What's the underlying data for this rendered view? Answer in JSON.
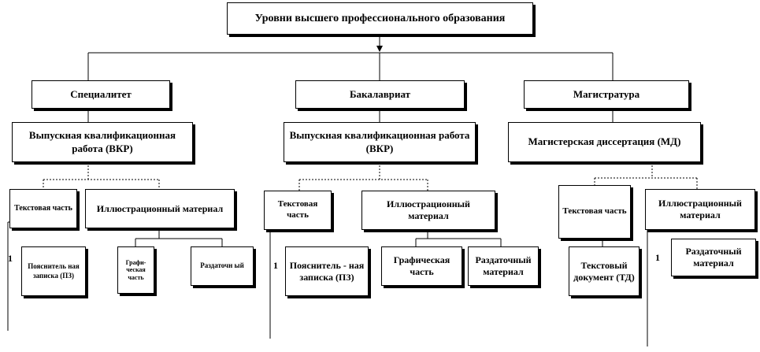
{
  "root": "Уровни высшего профессионального образования",
  "levels": [
    {
      "title": "Специалитет",
      "work": "Выпускная квалификационная работа (ВКР)",
      "text_part": "Текстовая часть",
      "illustrative": "Иллюстрационный материал",
      "text_doc": "Пояснитель ная записка (ПЗ)",
      "graphic": "Графи- ческая часть",
      "handout": "Раздаточн ый",
      "num": "1"
    },
    {
      "title": "Бакалавриат",
      "work": "Выпускная квалификационная работа (ВКР)",
      "text_part": "Текстовая часть",
      "illustrative": "Иллюстрационный материал",
      "text_doc": "Пояснитель - ная записка (ПЗ)",
      "graphic": "Графическая часть",
      "handout": "Раздаточный материал",
      "num": "1"
    },
    {
      "title": "Магистратура",
      "work": "Магистерская диссертация (МД)",
      "text_part": "Текстовая часть",
      "illustrative": "Иллюстрационный материал",
      "text_doc": "Текстовый документ (ТД)",
      "handout": "Раздаточный материал",
      "num": "1"
    }
  ]
}
